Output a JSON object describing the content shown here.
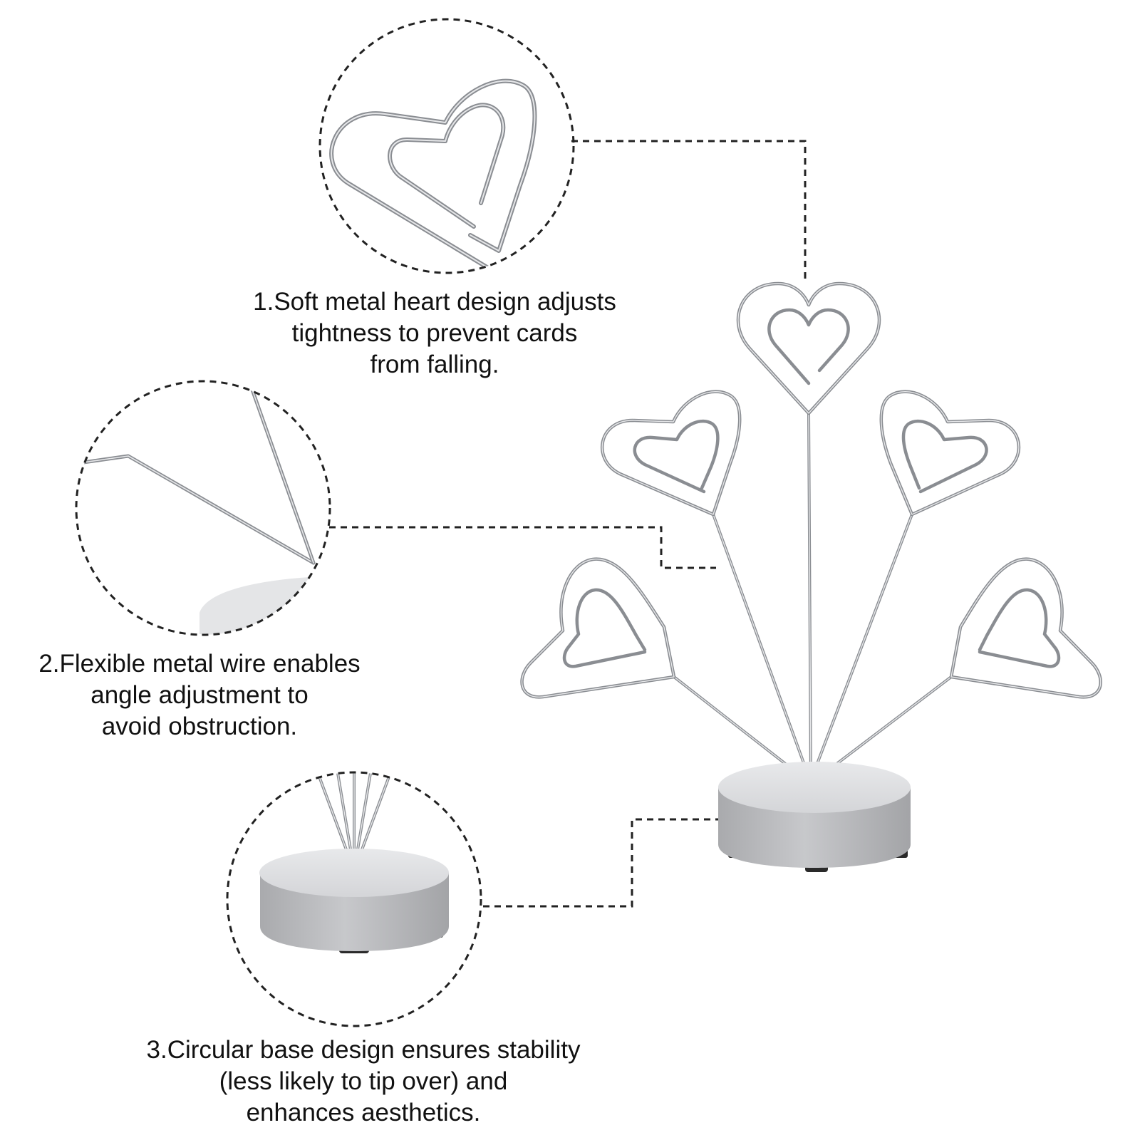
{
  "captions": [
    {
      "lines": [
        "1.Soft metal heart design adjusts",
        "tightness to prevent cards",
        "from falling."
      ]
    },
    {
      "lines": [
        "2.Flexible metal wire enables",
        "angle adjustment to",
        "avoid obstruction."
      ]
    },
    {
      "lines": [
        "3.Circular base design ensures stability",
        "(less likely to tip over) and",
        "enhances aesthetics."
      ]
    }
  ],
  "colors": {
    "wire": "#8a8d92",
    "wire_highlight": "#d8dadd",
    "base_top": "#e2e3e5",
    "base_side": "#b9babd",
    "feet": "#2a2a2a",
    "dashed": "#222222",
    "text": "#111111"
  }
}
